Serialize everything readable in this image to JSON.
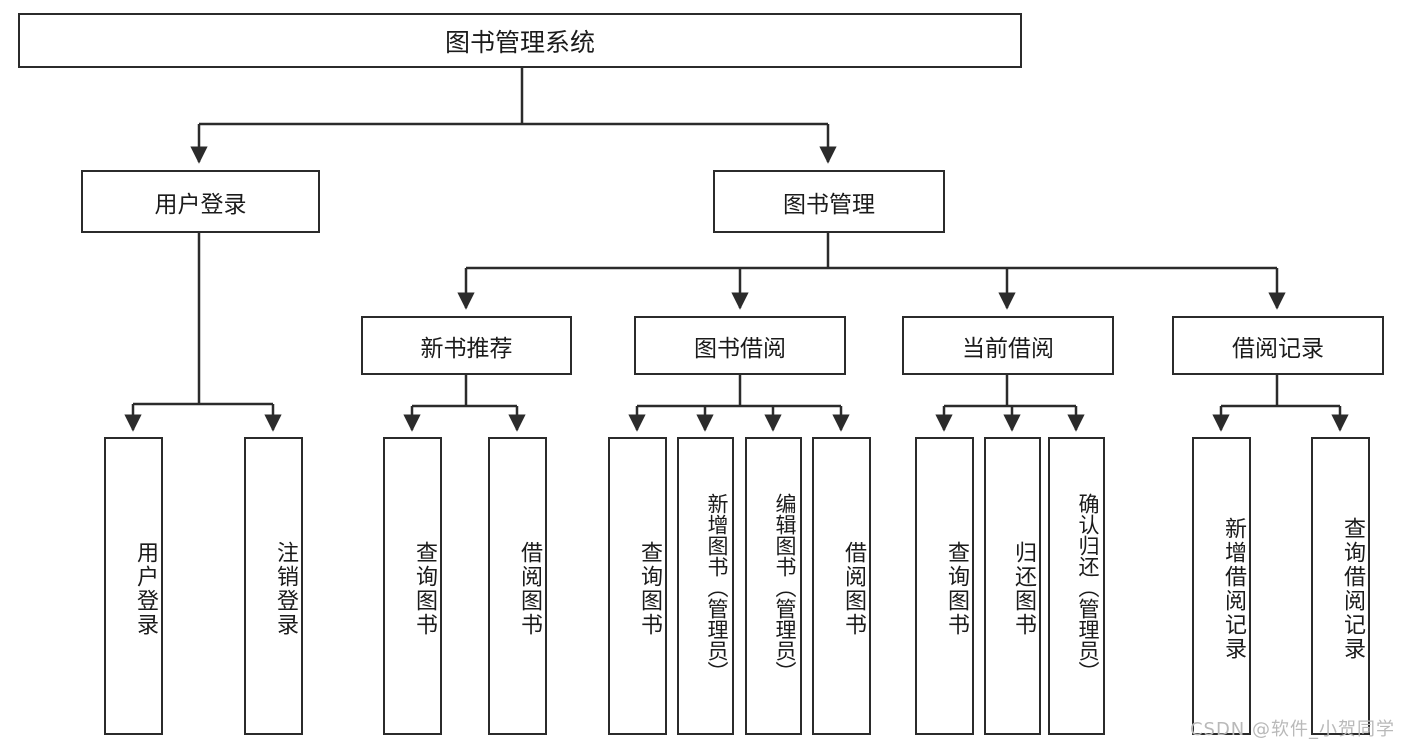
{
  "diagram": {
    "title": "图书管理系统",
    "type": "tree-functional-structure-diagram",
    "colors": {
      "box_border": "#2b2b2b",
      "box_fill": "#ffffff",
      "edge": "#2b2b2b",
      "background": "#ffffff",
      "watermark": "#b9b9b9"
    },
    "nodes": {
      "root": {
        "label": "图书管理系统"
      },
      "level1": [
        {
          "label": "用户登录"
        },
        {
          "label": "图书管理"
        }
      ],
      "level2": [
        {
          "label": "新书推荐"
        },
        {
          "label": "图书借阅"
        },
        {
          "label": "当前借阅"
        },
        {
          "label": "借阅记录"
        }
      ],
      "leaves": {
        "user_login": [
          {
            "label": "用户登录"
          },
          {
            "label": "注销登录"
          }
        ],
        "new_book_recommend": [
          {
            "label": "查询图书"
          },
          {
            "label": "借阅图书"
          }
        ],
        "book_borrow": [
          {
            "label": "查询图书"
          },
          {
            "label": "新增图书（管理员）"
          },
          {
            "label": "编辑图书（管理员）"
          },
          {
            "label": "借阅图书"
          }
        ],
        "current_borrow": [
          {
            "label": "查询图书"
          },
          {
            "label": "归还图书"
          },
          {
            "label": "确认归还（管理员）"
          }
        ],
        "borrow_record": [
          {
            "label": "新增借阅记录"
          },
          {
            "label": "查询借阅记录"
          }
        ]
      }
    },
    "watermark": "CSDN @软件_小贺同学"
  }
}
